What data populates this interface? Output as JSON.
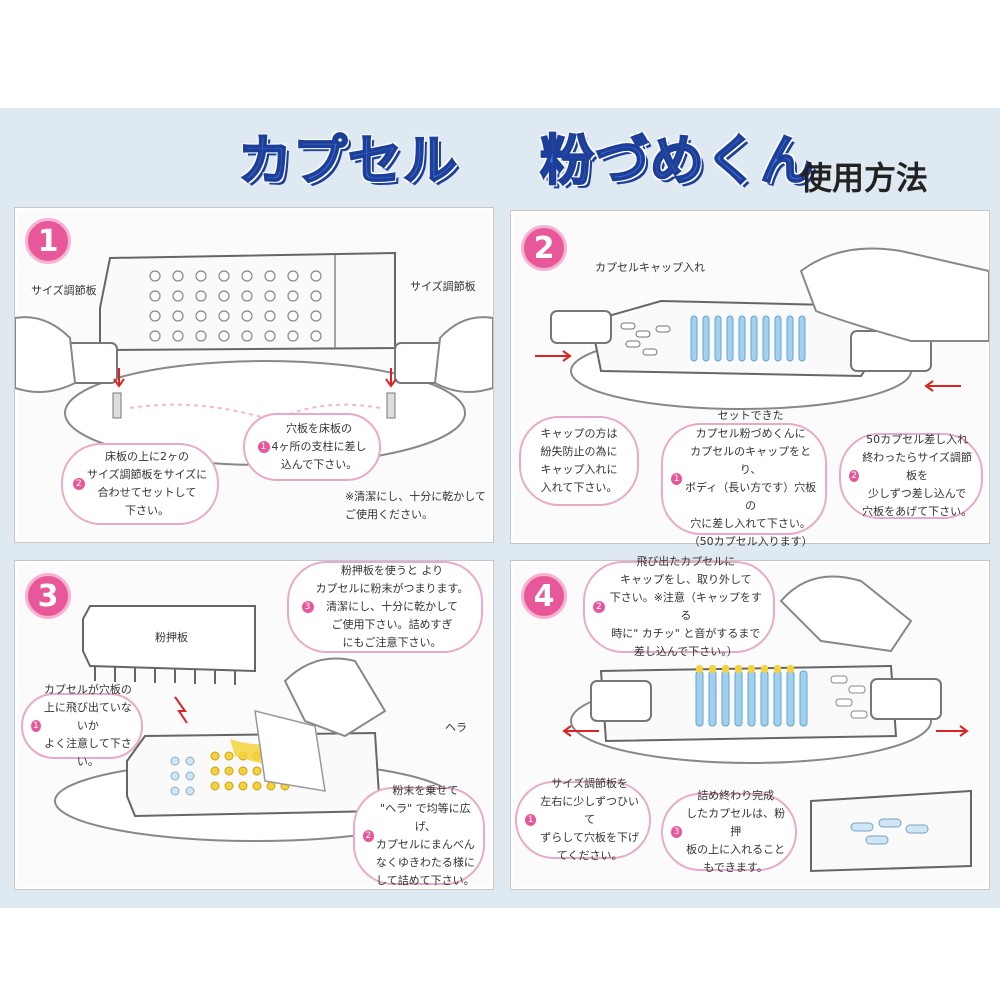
{
  "title": {
    "part1": "カプセル",
    "part2": "粉づめくん",
    "part3": "使用方法"
  },
  "colors": {
    "accent_pink": "#e8579a",
    "title_blue": "#3b74d6",
    "capsule_blue": "#9fd0f0",
    "capsule_yellow": "#f4d23c"
  },
  "steps": [
    {
      "number": "1",
      "labels": [
        "サイズ調節板",
        "サイズ調節板"
      ],
      "bubbles": [
        {
          "n": "1",
          "text": "穴板を床板の\n4ヶ所の支柱に差し\n込んで下さい。"
        },
        {
          "n": "2",
          "text": "床板の上に2ヶの\nサイズ調節板をサイズに\n合わせてセットして\n下さい。"
        }
      ],
      "note": "※清潔にし、十分に乾かして\nご使用ください。"
    },
    {
      "number": "2",
      "labels": [
        "カプセルキャップ入れ"
      ],
      "bubbles": [
        {
          "n": "",
          "text": "キャップの方は\n紛失防止の為に\nキャップ入れに\n入れて下さい。"
        },
        {
          "n": "1",
          "text": "セットできた\nカプセル粉づめくんに\nカプセルのキャップをとり、\nボディ（長い方です）穴板の\n穴に差し入れて下さい。\n（50カプセル入ります）"
        },
        {
          "n": "2",
          "text": "50カプセル差し入れ\n終わったらサイズ調節板を\n少しずつ差し込んで\n穴板をあげて下さい。"
        }
      ]
    },
    {
      "number": "3",
      "labels": [
        "粉押板",
        "ヘラ"
      ],
      "bubbles": [
        {
          "n": "3",
          "text": "粉押板を使うと より\nカプセルに粉末がつまります。\n清潔にし、十分に乾かして\nご使用下さい。詰めすぎ\nにもご注意下さい。"
        },
        {
          "n": "1",
          "text": "カプセルが穴板の\n上に飛び出ていないか\nよく注意して下さい。"
        },
        {
          "n": "2",
          "text": "粉末を乗せて\n\"ヘラ\" で均等に広げ、\nカプセルにまんべん\nなくゆきわたる様に\nして詰めて下さい。"
        }
      ]
    },
    {
      "number": "4",
      "labels": [],
      "bubbles": [
        {
          "n": "2",
          "text": "飛び出たカプセルに\nキャップをし、取り外して\n下さい。※注意（キャップをする\n時に\" カチッ\" と音がするまで\n差し込んで下さい。）"
        },
        {
          "n": "1",
          "text": "サイズ調節板を\n左右に少しずつひいて\nずらして穴板を下げ\nてください。"
        },
        {
          "n": "3",
          "text": "詰め終わり完成\nしたカプセルは、粉押\n板の上に入れること\nもできます。"
        }
      ]
    }
  ]
}
